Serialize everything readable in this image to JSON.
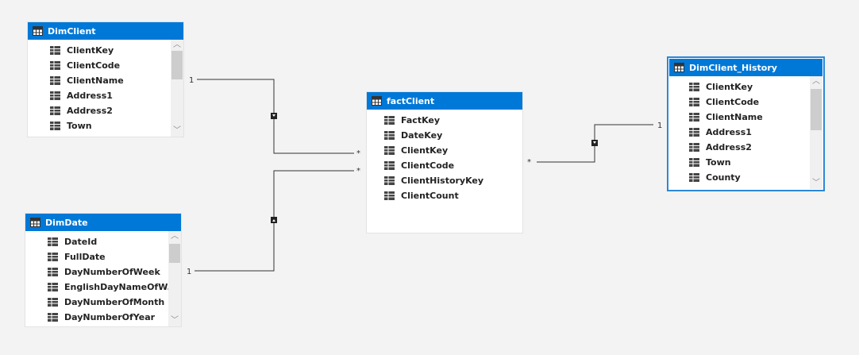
{
  "tables": {
    "dimclient": {
      "title": "DimClient",
      "fields": [
        "ClientKey",
        "ClientCode",
        "ClientName",
        "Address1",
        "Address2",
        "Town"
      ]
    },
    "dimdate": {
      "title": "DimDate",
      "fields": [
        "DateId",
        "FullDate",
        "DayNumberOfWeek",
        "EnglishDayNameOfW...",
        "DayNumberOfMonth",
        "DayNumberOfYear"
      ]
    },
    "factclient": {
      "title": "factClient",
      "fields": [
        "FactKey",
        "DateKey",
        "ClientKey",
        "ClientCode",
        "ClientHistoryKey",
        "ClientCount"
      ]
    },
    "dimclient_history": {
      "title": "DimClient_History",
      "fields": [
        "ClientKey",
        "ClientCode",
        "ClientName",
        "Address1",
        "Address2",
        "Town",
        "County"
      ]
    }
  },
  "relationships": [
    {
      "from": "DimClient",
      "to": "factClient",
      "from_card": "1",
      "to_card": "*"
    },
    {
      "from": "DimDate",
      "to": "factClient",
      "from_card": "1",
      "to_card": "*"
    },
    {
      "from": "DimClient_History",
      "to": "factClient",
      "from_card": "1",
      "to_card": "*"
    }
  ],
  "colors": {
    "header": "#0078d7",
    "selected_border": "#2b88d8",
    "connector": "#333333"
  },
  "icons": {
    "table": "table-icon",
    "field": "field-icon"
  }
}
